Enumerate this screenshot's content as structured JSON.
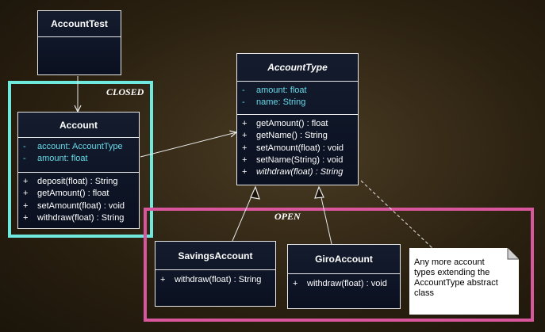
{
  "frames": {
    "closed_label": "CLOSED",
    "open_label": "OPEN",
    "closed_color": "#6fe8dd",
    "open_color": "#d9559c"
  },
  "classes": {
    "account_test": {
      "name": "AccountTest"
    },
    "account_type": {
      "name": "AccountType",
      "attributes": [
        {
          "vis": "-",
          "text": "amount:  float"
        },
        {
          "vis": "-",
          "text": "name:  String"
        }
      ],
      "operations": [
        {
          "vis": "+",
          "text": "getAmount() : float"
        },
        {
          "vis": "+",
          "text": "getName() : String"
        },
        {
          "vis": "+",
          "text": "setAmount(float) : void"
        },
        {
          "vis": "+",
          "text": "setName(String) : void"
        },
        {
          "vis": "+",
          "text": "withdraw(float) : String"
        }
      ]
    },
    "account": {
      "name": "Account",
      "attributes": [
        {
          "vis": "-",
          "text": "account:  AccountType"
        },
        {
          "vis": "-",
          "text": "amount:  float"
        }
      ],
      "operations": [
        {
          "vis": "+",
          "text": "deposit(float) : String"
        },
        {
          "vis": "+",
          "text": "getAmount() : float"
        },
        {
          "vis": "+",
          "text": "setAmount(float) : void"
        },
        {
          "vis": "+",
          "text": "withdraw(float) : String"
        }
      ]
    },
    "savings_account": {
      "name": "SavingsAccount",
      "operations": [
        {
          "vis": "+",
          "text": "withdraw(float) : String"
        }
      ]
    },
    "giro_account": {
      "name": "GiroAccount",
      "operations": [
        {
          "vis": "+",
          "text": "withdraw(float) : void"
        }
      ]
    }
  },
  "note": {
    "line1": "Any more account",
    "line2": "types extending the",
    "line3": "AccountType abstract",
    "line4": "class"
  },
  "colors": {
    "attribute": "#66d9e8",
    "operation": "#ffffff",
    "class_border": "#e8e8e8"
  }
}
